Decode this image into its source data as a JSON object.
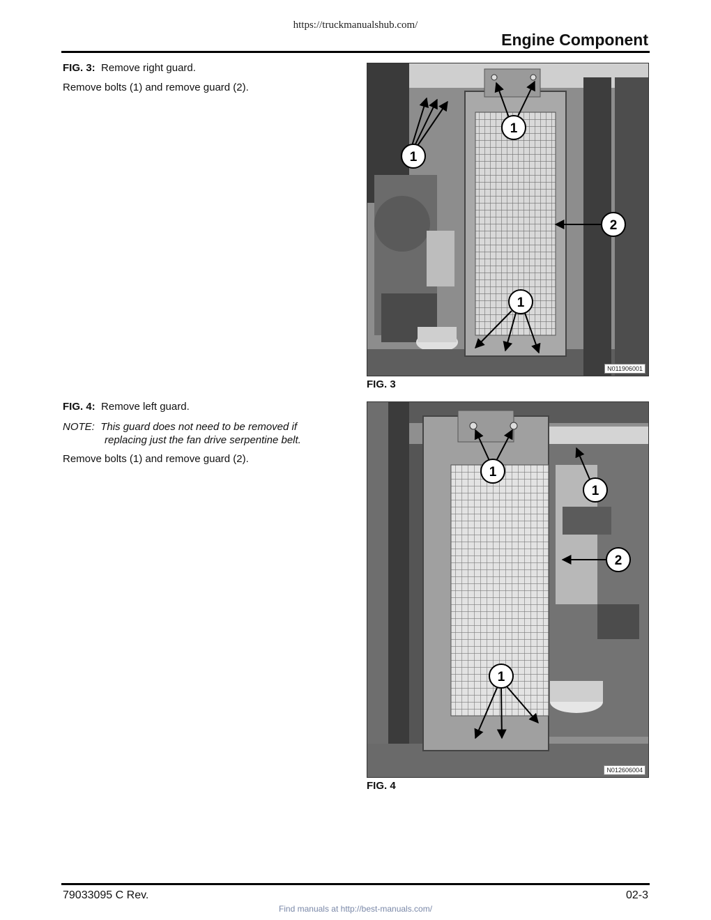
{
  "header": {
    "url": "https://truckmanualshub.com/",
    "section_title": "Engine Component"
  },
  "fig3_text": {
    "label": "FIG. 3:",
    "title": "Remove right guard.",
    "step": "Remove bolts (1) and remove guard (2)."
  },
  "fig4_text": {
    "label": "FIG. 4:",
    "title": "Remove left guard.",
    "note_label": "NOTE:",
    "note_line1": "This guard does not need to be removed if",
    "note_line2": "replacing just the fan drive serpentine belt.",
    "step": "Remove bolts (1) and remove guard (2)."
  },
  "fig3": {
    "caption": "FIG. 3",
    "image_id": "N011906001",
    "callouts": [
      "1",
      "1",
      "2",
      "1"
    ]
  },
  "fig4": {
    "caption": "FIG. 4",
    "image_id": "N012606004",
    "callouts": [
      "1",
      "1",
      "2",
      "1"
    ]
  },
  "footer": {
    "doc_number": "79033095 C Rev.",
    "page_number": "02-3",
    "link": "Find manuals at http://best-manuals.com/"
  }
}
